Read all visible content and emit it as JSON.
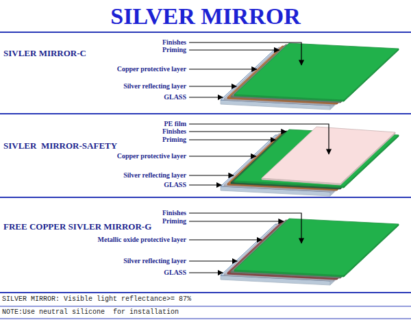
{
  "diagram": {
    "title": "SILVER MIRROR",
    "labels": [
      "SIVLER MIRROR-C",
      "Finishes",
      "Priming",
      "Copper protective layer",
      "Silver reflecting layer",
      "GLASS",
      "SIVLER  MIRROR-SAFETY",
      "PE film",
      "Finishes",
      "Priming",
      "Copper protective layer",
      "Silver reflecting layer",
      "GLASS",
      "FREE COPPER SIVLER MIRROR-G",
      "Finishes",
      "Priming",
      "Metallic oxide protective layer",
      "Silver reflecting layer",
      "GLASS",
      "SILVER MIRROR: Visible light reflectance>= 87%",
      "NOTE:Use neutral silicone  for installation"
    ]
  }
}
